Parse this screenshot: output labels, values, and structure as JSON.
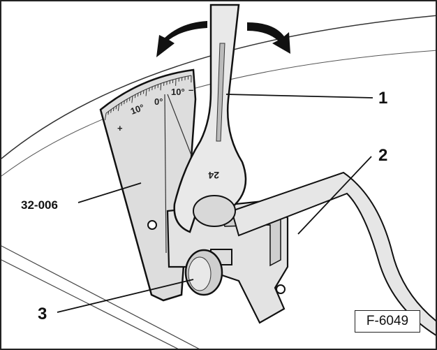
{
  "callouts": {
    "wrench": "1",
    "rod": "2",
    "thumbscrew": "3",
    "tool": "32-006"
  },
  "scale_labels": {
    "plus": "+",
    "left_10": "10°",
    "zero": "0°",
    "right_10": "10°",
    "minus": "–"
  },
  "wrench_size": "24",
  "figure_id": "F-6049",
  "colors": {
    "ink": "#111111",
    "shade": "#bdbdbd",
    "light": "#e6e6e6"
  }
}
